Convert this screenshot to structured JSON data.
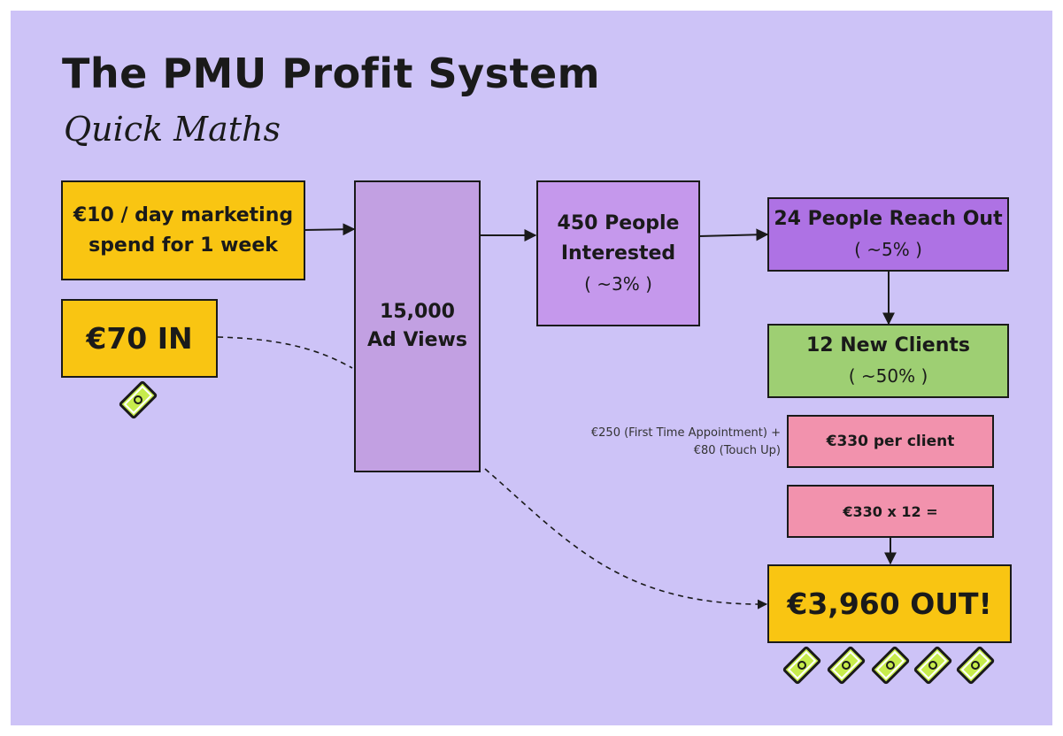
{
  "title": "The PMU Profit System",
  "subtitle": "Quick Maths",
  "nodes": {
    "marketing": {
      "line1": "€10 / day marketing",
      "line2": "spend for 1 week"
    },
    "money_in": {
      "label": "€70 IN"
    },
    "ad_views": {
      "line1": "15,000",
      "line2": "Ad Views"
    },
    "interested": {
      "line1": "450 People",
      "line2": "Interested",
      "rate": "( ~3% )"
    },
    "reach_out": {
      "line1": "24 People Reach Out",
      "rate": "( ~5% )"
    },
    "new_clients": {
      "line1": "12 New Clients",
      "rate": "( ~50% )"
    },
    "per_client": {
      "label": "€330 per client"
    },
    "calc": {
      "label": "€330 x 12 ="
    },
    "money_out": {
      "label": "€3,960 OUT!"
    }
  },
  "note": {
    "line1": "€250 (First Time Appointment) +",
    "line2": "€80 (Touch Up)"
  },
  "icons": [
    "money-bill-icon"
  ],
  "colors": {
    "background": "#cdc3f7",
    "yellow": "#f9c512",
    "ad_views": "#c2a0e2",
    "interested": "#c598ec",
    "reach_out": "#ae72e4",
    "green": "#9ecf73",
    "pink": "#f292ad",
    "coin": "#c7ec4c"
  }
}
